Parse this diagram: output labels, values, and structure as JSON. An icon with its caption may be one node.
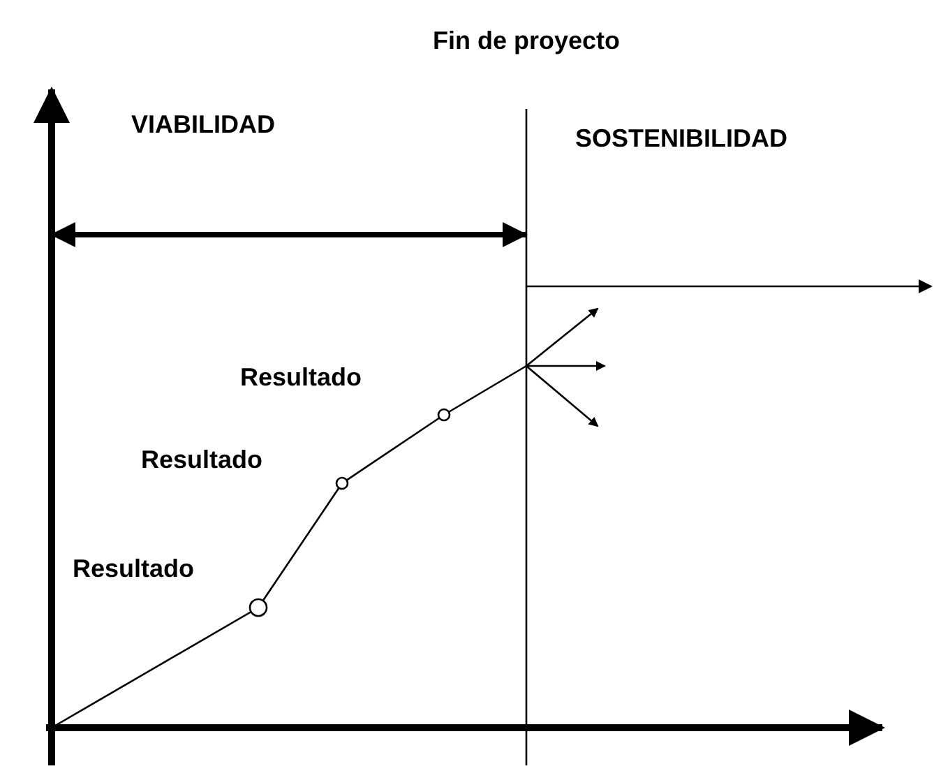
{
  "diagram": {
    "labels": [
      "Fin de proyecto",
      "VIABILIDAD",
      "SOSTENIBILIDAD",
      "Resultado",
      "Resultado",
      "Resultado"
    ]
  }
}
